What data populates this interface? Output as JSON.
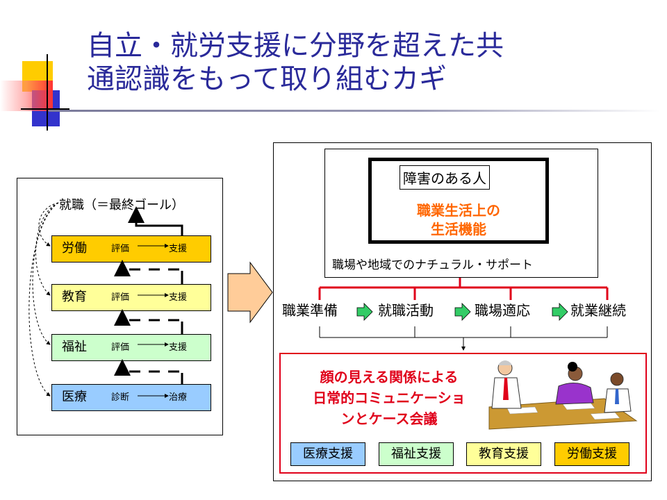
{
  "slide": {
    "title_line1": "自立・就労支援に分野を超えた共",
    "title_line2": "通認識をもって取り組むカギ"
  },
  "left_panel": {
    "goal": "就職（＝最終ゴール）",
    "rows": [
      {
        "label": "労働",
        "from": "評価",
        "to": "支援",
        "color": "#ffcc00"
      },
      {
        "label": "教育",
        "from": "評価",
        "to": "支援",
        "color": "#ffff99"
      },
      {
        "label": "福祉",
        "from": "評価",
        "to": "支援",
        "color": "#ccffcc"
      },
      {
        "label": "医療",
        "from": "診断",
        "to": "治療",
        "color": "#99ccff"
      }
    ]
  },
  "right_panel": {
    "person_label": "障害のある人",
    "function_line1": "職業生活上の",
    "function_line2": "生活機能",
    "support_text": "職場や地域でのナチュラル・サポート",
    "steps": [
      "職業準備",
      "就職活動",
      "職場適応",
      "就業継続"
    ],
    "meeting_line1": "顔の見える関係による",
    "meeting_line2": "日常的コミュニケーショ",
    "meeting_line3": "ンとケース会議",
    "services": [
      {
        "label": "医療支援",
        "color": "#99ccff"
      },
      {
        "label": "福祉支援",
        "color": "#ccffcc"
      },
      {
        "label": "教育支援",
        "color": "#ffff99"
      },
      {
        "label": "労働支援",
        "color": "#ffcc00"
      }
    ],
    "accent_red": "#e0001a",
    "arrow_green": "#33cc66"
  }
}
